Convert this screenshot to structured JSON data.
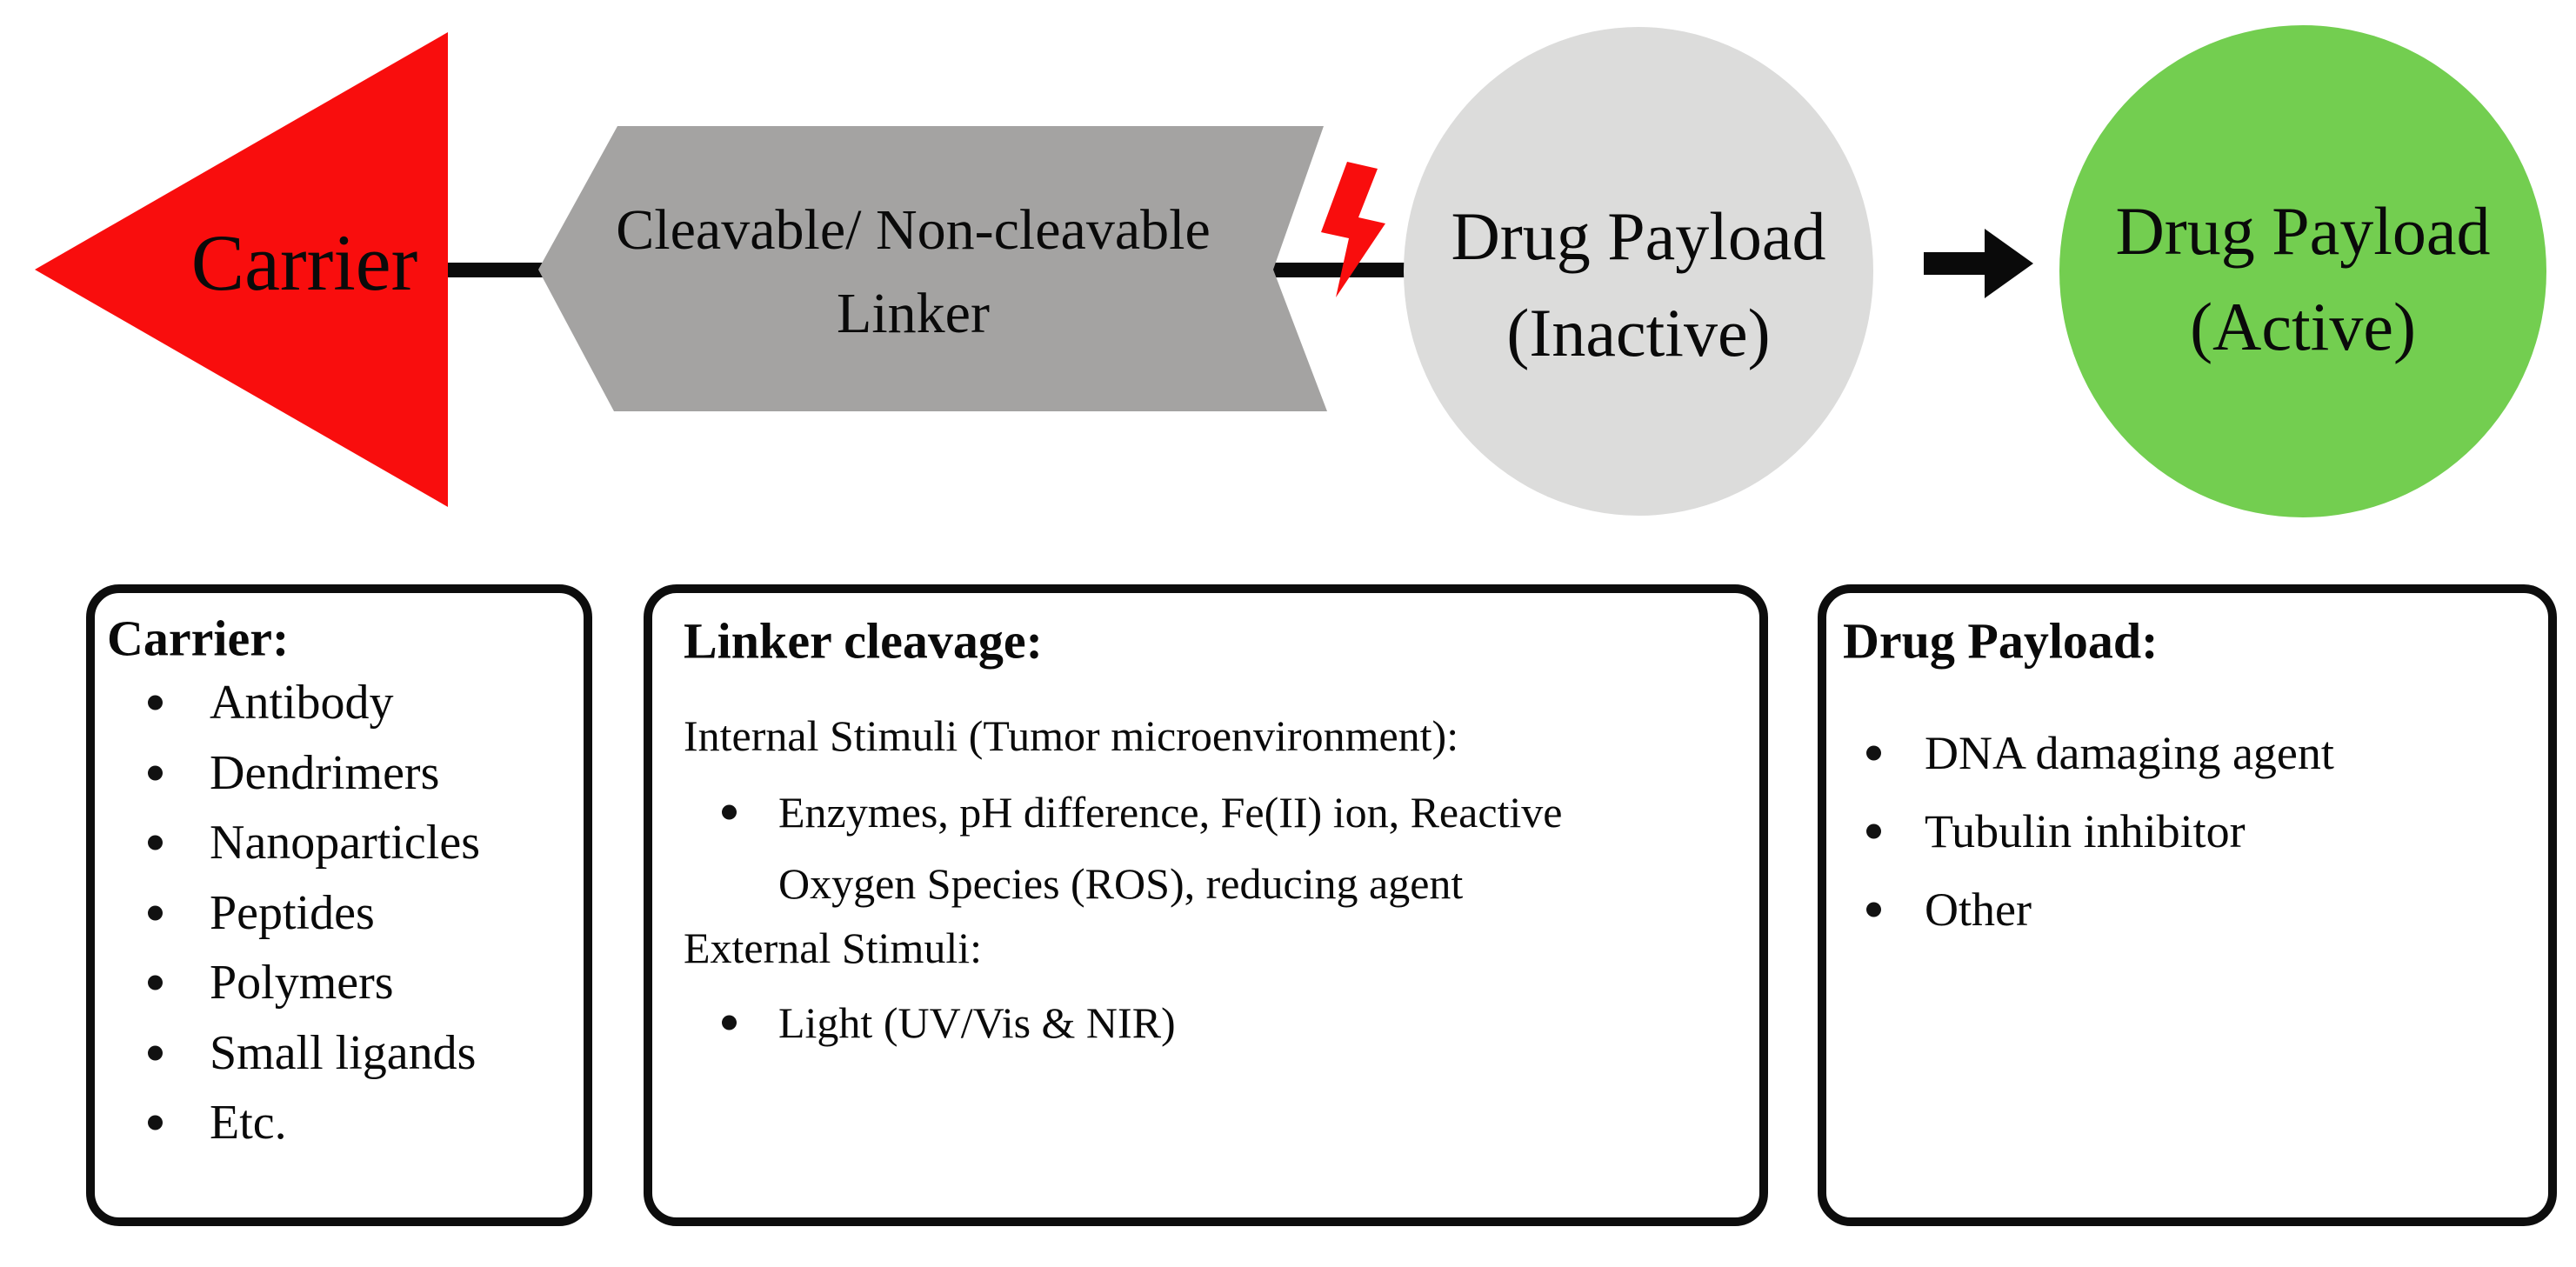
{
  "diagram": {
    "carrier_label": "Carrier",
    "linker_line1": "Cleavable/ Non-cleavable",
    "linker_line2": "Linker",
    "inactive_line1": "Drug Payload",
    "inactive_line2": "(Inactive)",
    "active_line1": "Drug Payload",
    "active_line2": "(Active)",
    "colors": {
      "red": "#f90d0d",
      "linker_gray": "#a4a3a2",
      "inactive_gray": "#dcdcdb",
      "active_green": "#73ce50",
      "black": "#0a0a0a"
    }
  },
  "boxes": {
    "carrier": {
      "title": "Carrier:",
      "items": [
        "Antibody",
        "Dendrimers",
        "Nanoparticles",
        "Peptides",
        "Polymers",
        "Small ligands",
        "Etc."
      ]
    },
    "linker": {
      "title": "Linker cleavage:",
      "internal_heading": "Internal Stimuli (Tumor microenvironment):",
      "internal_bullet_line1": "Enzymes, pH difference, Fe(II) ion, Reactive",
      "internal_bullet_line2": "Oxygen Species (ROS), reducing agent",
      "external_heading": "External Stimuli:",
      "external_bullet": "Light (UV/Vis & NIR)"
    },
    "payload": {
      "title": "Drug Payload:",
      "items": [
        "DNA damaging agent",
        "Tubulin inhibitor",
        "Other"
      ]
    }
  }
}
